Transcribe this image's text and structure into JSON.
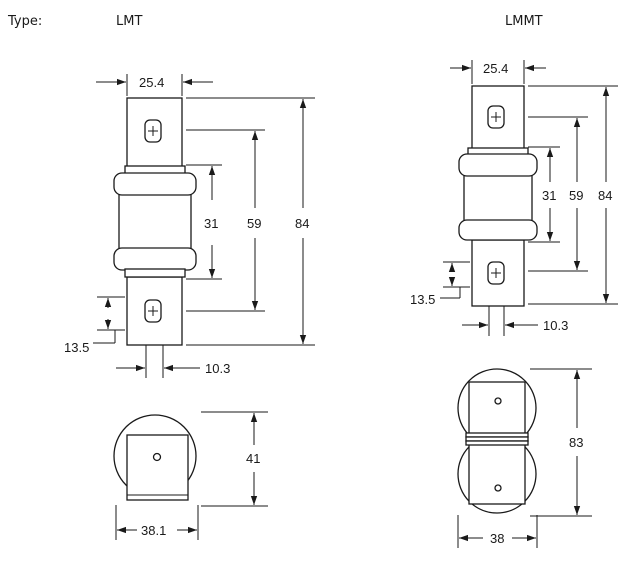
{
  "header": {
    "type_label": "Type:",
    "lmt_label": "LMT",
    "lmmt_label": "LMMT"
  },
  "lmt": {
    "dims": {
      "width_top": "25.4",
      "body_31": "31",
      "body_59": "59",
      "overall_84": "84",
      "terminal_13_5": "13.5",
      "tag_10_3": "10.3",
      "end_41": "41",
      "end_38_1": "38.1"
    }
  },
  "lmmt": {
    "dims": {
      "width_top": "25.4",
      "body_31": "31",
      "body_59": "59",
      "overall_84": "84",
      "terminal_13_5": "13.5",
      "tag_10_3": "10.3",
      "end_83": "83",
      "end_38": "38"
    }
  }
}
